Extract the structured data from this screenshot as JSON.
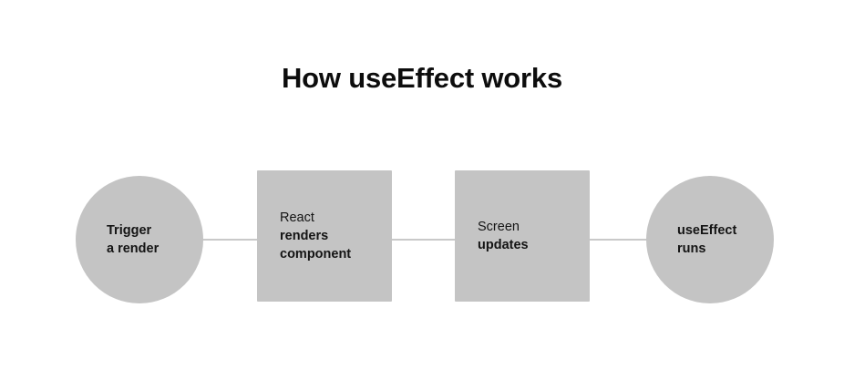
{
  "page": {
    "title": "How useEffect works",
    "background_color": "#ffffff",
    "shape_fill_color": "#c4c4c4",
    "connector_color": "#c9c9c9",
    "text_color": "#141414"
  },
  "diagram": {
    "type": "flow",
    "orientation": "horizontal",
    "nodes": [
      {
        "id": "trigger-a-render",
        "shape": "circle",
        "lines": [
          {
            "text": "Trigger",
            "weight": "bold"
          },
          {
            "text": "a render",
            "weight": "bold"
          }
        ]
      },
      {
        "id": "react-renders-component",
        "shape": "rectangle",
        "lines": [
          {
            "text": "React",
            "weight": "regular"
          },
          {
            "text": "renders",
            "weight": "bold"
          },
          {
            "text": "component",
            "weight": "bold"
          }
        ]
      },
      {
        "id": "screen-updates",
        "shape": "rectangle",
        "lines": [
          {
            "text": "Screen",
            "weight": "regular"
          },
          {
            "text": "updates",
            "weight": "bold"
          }
        ]
      },
      {
        "id": "useeffect-runs",
        "shape": "circle",
        "lines": [
          {
            "text": "useEffect",
            "weight": "bold"
          },
          {
            "text": "runs",
            "weight": "bold"
          }
        ]
      }
    ],
    "connectors": [
      {
        "from": "trigger-a-render",
        "to": "react-renders-component"
      },
      {
        "from": "react-renders-component",
        "to": "screen-updates"
      },
      {
        "from": "screen-updates",
        "to": "useeffect-runs"
      }
    ]
  }
}
